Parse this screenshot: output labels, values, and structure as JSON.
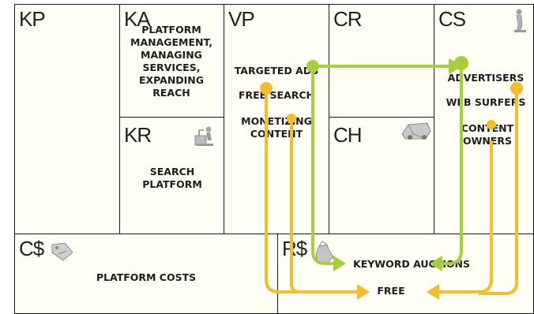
{
  "blocks": {
    "kp": {
      "code": "KP"
    },
    "ka": {
      "code": "KA",
      "text": "PLATFORM MANAGEMENT, MANAGING SERVICES, EXPANDING REACH"
    },
    "kr": {
      "code": "KR",
      "text": "SEARCH PLATFORM",
      "icon": "worker-icon"
    },
    "vp": {
      "code": "VP",
      "items": [
        "TARGETED ADS",
        "FREE SEARCH",
        "MONETIZING CONTENT"
      ]
    },
    "cr": {
      "code": "CR"
    },
    "ch": {
      "code": "CH",
      "icon": "truck-icon"
    },
    "cs": {
      "code": "CS",
      "items": [
        "ADVERTISERS",
        "WEB SURFERS",
        "CONTENT OWNERS"
      ],
      "icon": "person-icon"
    },
    "cost": {
      "code": "C$",
      "text": "PLATFORM COSTS",
      "icon": "price-tag-icon"
    },
    "rev": {
      "code": "R$",
      "items": [
        "KEYWORD AUCTIONS",
        "FREE"
      ],
      "icon": "money-bag-icon"
    }
  },
  "colors": {
    "green": "#a6cf3c",
    "yellow": "#f4bd2a",
    "border": "#1a1a1a",
    "cell_bg": "#fefef4"
  }
}
